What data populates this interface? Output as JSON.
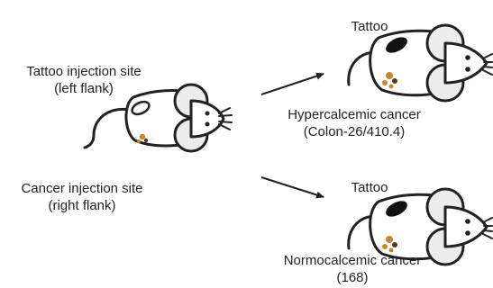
{
  "labels": {
    "tattoo_site": {
      "line1": "Tattoo injection site",
      "line2": "(left flank)"
    },
    "cancer_site": {
      "line1": "Cancer injection site",
      "line2": "(right flank)"
    },
    "hypercalcemic": {
      "tattoo": "Tattoo",
      "line1": "Hypercalcemic cancer",
      "line2": "(Colon-26/410.4)"
    },
    "normocalcemic": {
      "tattoo": "Tattoo",
      "line1": "Normocalcemic cancer",
      "line2": "(168)"
    }
  },
  "colors": {
    "outline": "#222222",
    "mouse_fill": "#ffffff",
    "ear_inner": "#e8e8e8",
    "tattoo": "#111111",
    "tumor_orange": "#c8862e",
    "tumor_dark": "#5a3a1a"
  },
  "icons": {
    "left_mouse": "mouse-icon",
    "upper_right_mouse": "mouse-icon",
    "lower_right_mouse": "mouse-icon",
    "arrows": "arrow-icon"
  }
}
